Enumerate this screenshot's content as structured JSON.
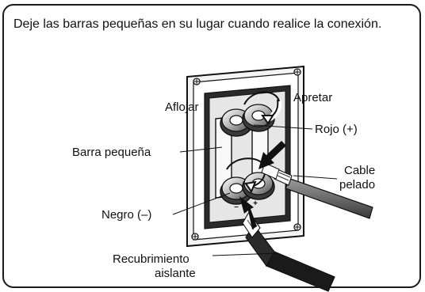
{
  "note": "Deje las barras pequeñas en su lugar cuando realice la conexión.",
  "labels": {
    "loosen": "Aflojar",
    "tighten": "Apretar",
    "red": "Rojo (+)",
    "small_bar": "Barra pequeña",
    "cable_line1": "Cable",
    "cable_line2": "pelado",
    "black": "Negro (–)",
    "insulation_line1": "Recubrimiento",
    "insulation_line2": "aislante",
    "minus_sign": "–",
    "plus_sign": "+"
  }
}
